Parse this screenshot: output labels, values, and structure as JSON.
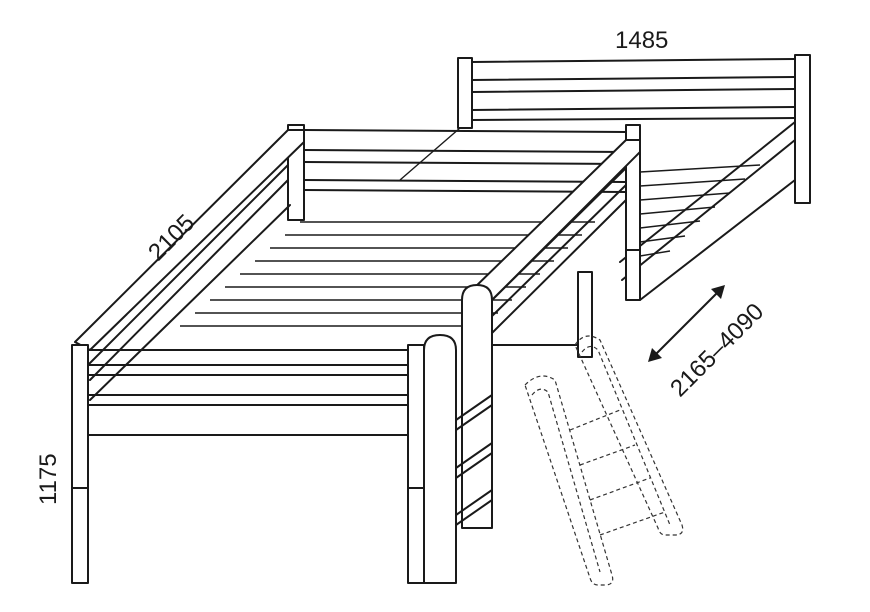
{
  "dimensions": {
    "width_label": "1485",
    "length_label": "2105",
    "height_label": "1175",
    "extension_label": "2165–4090"
  },
  "colors": {
    "line": "#1a1a1a",
    "background": "#ffffff"
  }
}
